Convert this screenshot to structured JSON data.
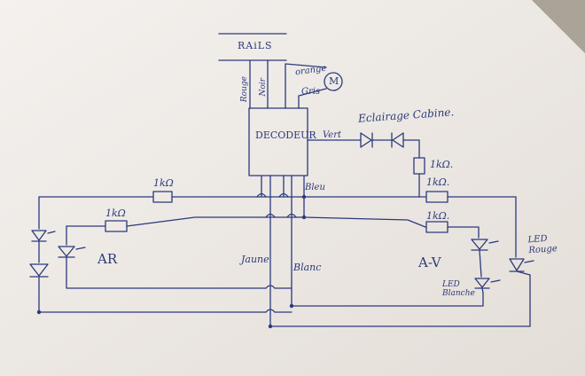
{
  "labels": {
    "rails": "RAiLS",
    "rouge_rail": "Rouge",
    "noir_rail": "Noir",
    "orange": "orange",
    "gris": "Gris",
    "motor": "M",
    "decodeur": "DECODEUR",
    "vert": "Vert",
    "eclairage": "Eclairage Cabine.",
    "res_cabine": "1kΩ.",
    "res_top_left": "1kΩ",
    "res_left_inner": "1kΩ",
    "bleu": "Bleu",
    "res_right_top": "1kΩ.",
    "res_right_inner": "1kΩ.",
    "ar": "AR",
    "av": "A-V",
    "jaune": "Jaune",
    "blanc": "Blanc",
    "led_rouge": "LED Rouge",
    "led_blanche": "LED Blanche"
  },
  "colors": {
    "paper": "#f2eeea",
    "ink": "#2a3a7c"
  }
}
